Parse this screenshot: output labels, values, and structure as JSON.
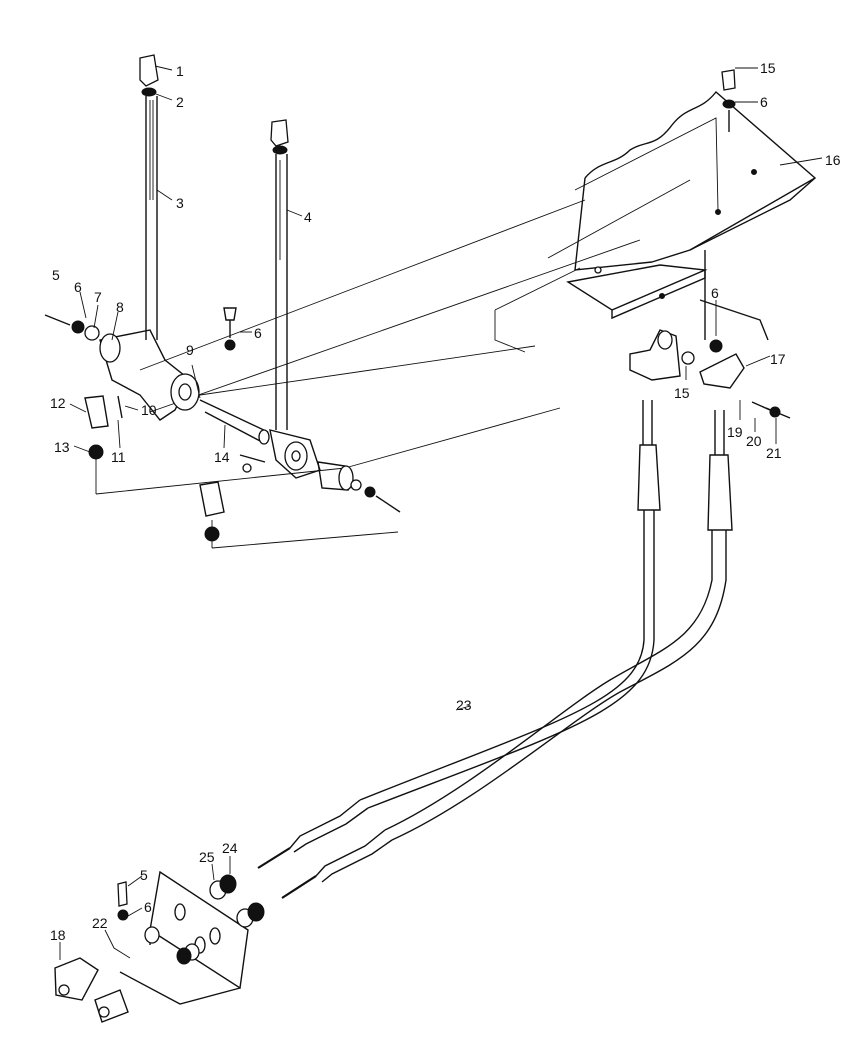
{
  "labels": {
    "l1": "1",
    "l2": "2",
    "l3": "3",
    "l4": "4",
    "l5a": "5",
    "l5b": "5",
    "l6a": "6",
    "l6b": "6",
    "l6c": "6",
    "l6d": "6",
    "l6e": "6",
    "l7": "7",
    "l8": "8",
    "l9": "9",
    "l10": "10",
    "l11": "11",
    "l12": "12",
    "l13": "13",
    "l14": "14",
    "l15a": "15",
    "l15b": "15",
    "l16": "16",
    "l17": "17",
    "l18": "18",
    "l19": "19",
    "l20": "20",
    "l21": "21",
    "l22": "22",
    "l23": "23",
    "l24": "24",
    "l25": "25"
  }
}
